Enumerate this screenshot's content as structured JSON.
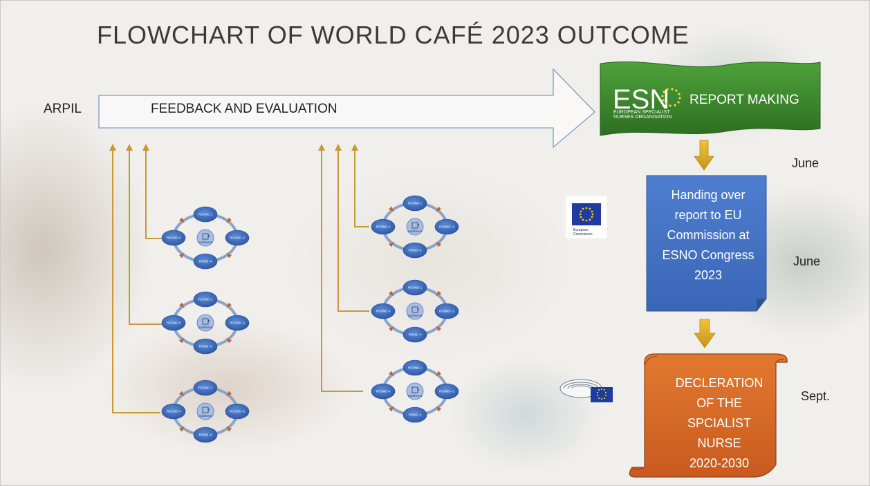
{
  "slide": {
    "title": "FLOWCHART OF WORLD CAFÉ 2023 OUTCOME",
    "timeline_start": "ARPIL",
    "timeline_label": "FEEDBACK AND EVALUATION"
  },
  "stages": {
    "report": "REPORT MAKING",
    "handover_lines": [
      "Handing over",
      "report to EU",
      "Commission at",
      "ESNO Congress",
      "2023"
    ],
    "declaration_lines": [
      "DECLERATION",
      "OF THE",
      "SPCIALIST",
      "NURSE",
      "2020-2030"
    ]
  },
  "dates": {
    "handover_june_1": "June",
    "handover_june_2": "June",
    "declaration_date": "Sept."
  },
  "esno_logo": {
    "mark": "ESN",
    "tagline_1": "EUROPEAN SPECIALIST",
    "tagline_2": "NURSES ORGANISATION"
  },
  "eu_logo": {
    "text_1": "European",
    "text_2": "Commission"
  },
  "cycles": [
    {
      "top": "ROUND 1",
      "left": "ROUND 4",
      "right": "ROUND -2",
      "bottom": "ROND -4",
      "center": "Subtheme"
    },
    {
      "top": "ROUND 1",
      "left": "ROUND 4",
      "right": "ROUND -2",
      "bottom": "ROND -4",
      "center": "Subtheme"
    },
    {
      "top": "ROUND 1",
      "left": "ROUND 4",
      "right": "ROUND -2",
      "bottom": "ROND -4",
      "center": "Subtheme"
    },
    {
      "top": "ROUND 1",
      "left": "ROUND 4",
      "right": "ROUND -2",
      "bottom": "ROND -4",
      "center": "Subtheme"
    },
    {
      "top": "ROUND 1",
      "left": "ROUND 4",
      "right": "ROUND -2",
      "bottom": "ROND -4",
      "center": "Subtheme"
    },
    {
      "top": "ROUND 1",
      "left": "ROUND 4",
      "right": "ROUND -2",
      "bottom": "ROND -4",
      "center": "Subtheme"
    }
  ],
  "colors": {
    "connector": "#c49a33",
    "round_node": "#4472c4",
    "report_banner": "#3a8a2e",
    "handover_box": "#4472c4",
    "declaration_scroll": "#d96b28",
    "down_arrow": "#e0b020"
  },
  "icons": [
    "coffee-cup-icon",
    "eu-flag-icon",
    "parliament-icon"
  ]
}
